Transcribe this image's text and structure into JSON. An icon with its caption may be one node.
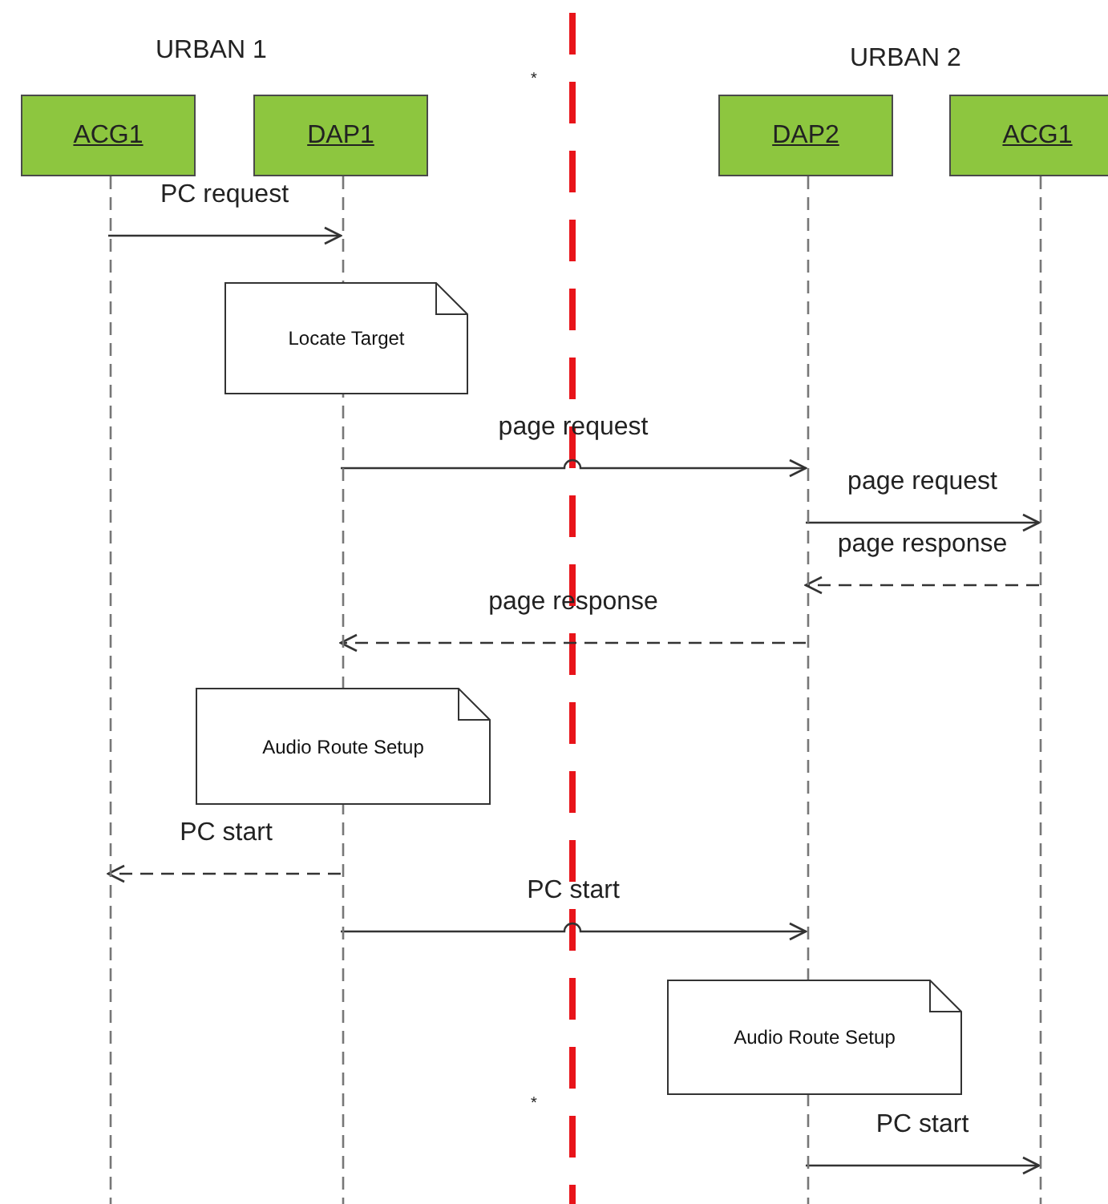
{
  "diagram": {
    "nodes": [
      {
        "text": [
          "ACG1"
        ]
      },
      {
        "text": [
          "DAP1"
        ]
      },
      {
        "text": [
          "DAP2"
        ]
      },
      {
        "text": [
          "ACG1"
        ]
      },
      {
        "text": [
          "Locate Target"
        ]
      },
      {
        "text": [
          "Audio Route Setup"
        ]
      },
      {
        "text": [
          "Audio Route Setup"
        ]
      }
    ],
    "edges": [
      {
        "from": 0,
        "to": 1,
        "arrow": "to",
        "label": "PC request"
      },
      {
        "from": 1,
        "to": 2,
        "arrow": "to",
        "label": "page request"
      },
      {
        "from": 2,
        "to": 3,
        "arrow": "to",
        "label": "page request"
      },
      {
        "from": 3,
        "to": 2,
        "arrow": "to",
        "label": "page response",
        "style": "dashed"
      },
      {
        "from": 2,
        "to": 1,
        "arrow": "to",
        "label": "page response",
        "style": "dashed"
      },
      {
        "from": 1,
        "to": 0,
        "arrow": "to",
        "label": "PC start",
        "style": "dashed"
      },
      {
        "from": 1,
        "to": 2,
        "arrow": "to",
        "label": "PC start"
      },
      {
        "from": 2,
        "to": 3,
        "arrow": "to",
        "label": "PC start"
      }
    ],
    "labels": [
      "URBAN 1",
      "URBAN 2",
      "*",
      "*"
    ]
  }
}
